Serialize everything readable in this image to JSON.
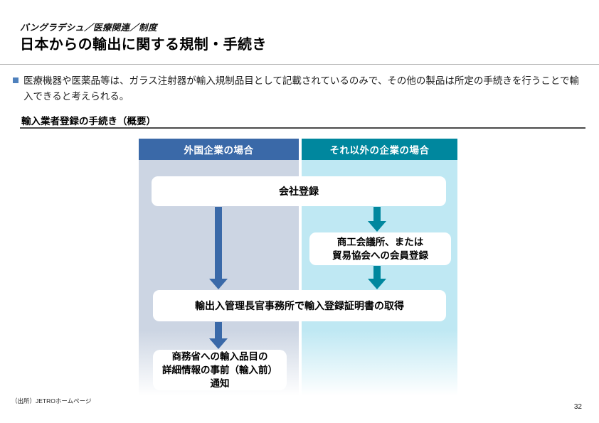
{
  "colors": {
    "blue": "#3a69a8",
    "teal": "#00879e",
    "left_col_bg": "#ccd5e3",
    "right_col_bg": "#bfe8f3",
    "bullet_blue": "#4f81bd",
    "text_dark": "#1a1a1a"
  },
  "breadcrumb": "バングラデシュ／医療関連／制度",
  "title": "日本からの輸出に関する規制・手続き",
  "summary": "医療機器や医薬品等は、ガラス注射器が輸入規制品目として記載されているのみで、その他の製品は所定の手続きを行うことで輸入できると考えられる。",
  "section_heading": "輸入業者登録の手続き（概要）",
  "flowchart": {
    "columns": [
      {
        "label": "外国企業の場合"
      },
      {
        "label": "それ以外の企業の場合"
      }
    ],
    "steps": {
      "company_registration": "会社登録",
      "chamber_membership_line1": "商工会議所、または",
      "chamber_membership_line2": "貿易協会への会員登録",
      "import_certificate": "輸出入管理長官事務所で輸入登録証明書の取得",
      "prior_notice_line1": "商務省への輸入品目の",
      "prior_notice_line2": "詳細情報の事前（輸入前）",
      "prior_notice_line3": "通知"
    }
  },
  "footer": {
    "source": "（出所）JETROホームページ",
    "page_number": "32"
  }
}
